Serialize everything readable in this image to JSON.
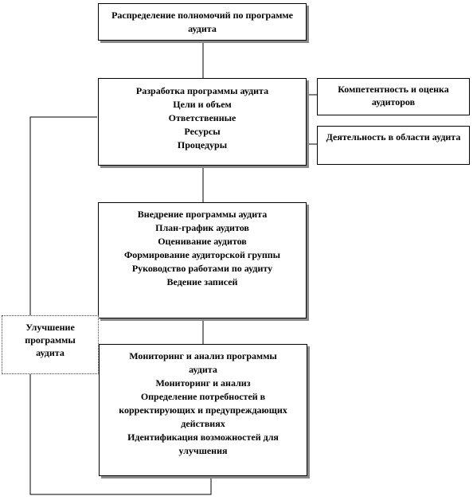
{
  "boxes": {
    "distribution": {
      "title": "Распределение полномочий по программе аудита"
    },
    "development": {
      "title": "Разработка программы аудита",
      "items": [
        "Цели и объем",
        "Ответственные",
        "Ресурсы",
        "Процедуры"
      ]
    },
    "competence": {
      "title": "Компетентность и оценка аудиторов"
    },
    "activity": {
      "title": "Деятельность в области аудита"
    },
    "implementation": {
      "title": "Внедрение программы аудита",
      "items": [
        "План-график аудитов",
        "Оценивание аудитов",
        "Формирование аудиторской группы",
        "Руководство работами по аудиту",
        "Ведение записей"
      ]
    },
    "improvement": {
      "title": "Улучшение программы аудита"
    },
    "monitoring": {
      "title": "Мониторинг и анализ программы аудита",
      "items": [
        "Мониторинг и анализ",
        "Определение потребностей в корректирующих и предупреждающих действиях",
        "Идентификация возможностей для улучшения"
      ]
    }
  }
}
